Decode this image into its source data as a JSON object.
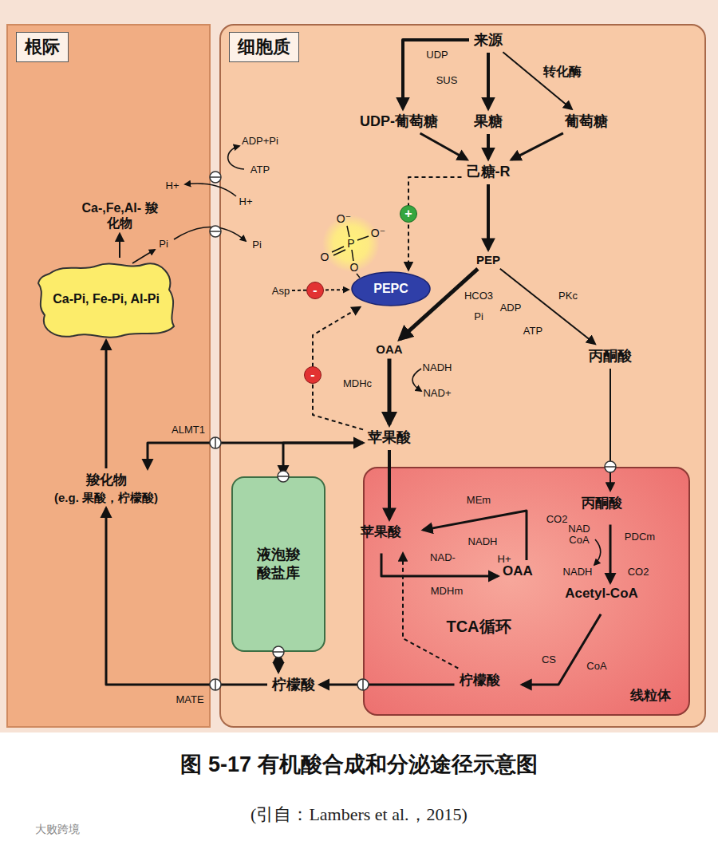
{
  "diagram": {
    "title": "图 5-17 有机酸合成和分泌途径示意图",
    "caption": "(引自：Lambers et al.，2015)",
    "nodes": [
      {
        "text": [
          "根际"
        ]
      },
      {
        "text": [
          "Ca-,Fe,Al- 羧化物"
        ],
        "in": 0
      },
      {
        "text": [
          "Ca-Pi, Fe-Pi, Al-Pi"
        ],
        "in": 0
      },
      {
        "text": [
          "羧化物",
          "(e.g. 果酸，柠檬酸)"
        ],
        "in": 0
      },
      {
        "text": [
          "细胞质"
        ]
      },
      {
        "text": [
          "来源"
        ],
        "in": 4
      },
      {
        "text": [
          "UDP-葡萄糖"
        ],
        "in": 4
      },
      {
        "text": [
          "果糖"
        ],
        "in": 4
      },
      {
        "text": [
          "葡萄糖"
        ],
        "in": 4
      },
      {
        "text": [
          "己糖-R"
        ],
        "in": 4
      },
      {
        "text": [
          "PEP"
        ],
        "in": 4
      },
      {
        "text": [
          "PEPC"
        ],
        "in": 4
      },
      {
        "text": [
          "OAA"
        ],
        "in": 4
      },
      {
        "text": [
          "丙酮酸"
        ],
        "in": 4
      },
      {
        "text": [
          "苹果酸"
        ],
        "in": 4
      },
      {
        "text": [
          "液泡羧酸盐库"
        ],
        "in": 4
      },
      {
        "text": [
          "线粒体"
        ],
        "in": 4
      },
      {
        "text": [
          "苹果酸"
        ],
        "in": 16
      },
      {
        "text": [
          "丙酮酸"
        ],
        "in": 16
      },
      {
        "text": [
          "OAA"
        ],
        "in": 16
      },
      {
        "text": [
          "Acetyl-CoA"
        ],
        "in": 16
      },
      {
        "text": [
          "柠檬酸"
        ],
        "in": 16
      },
      {
        "text": [
          "柠檬酸"
        ],
        "in": 4
      }
    ],
    "edges": [
      {
        "from": 5,
        "to": 6,
        "arrow": "to"
      },
      {
        "from": 5,
        "to": 7,
        "arrow": "to"
      },
      {
        "from": 5,
        "to": 8,
        "arrow": "to"
      },
      {
        "from": 6,
        "to": 9,
        "arrow": "to"
      },
      {
        "from": 7,
        "to": 9,
        "arrow": "to"
      },
      {
        "from": 8,
        "to": 9,
        "arrow": "to"
      },
      {
        "from": 9,
        "to": 10,
        "arrow": "to"
      },
      {
        "from": 10,
        "to": 12,
        "arrow": "to"
      },
      {
        "from": 10,
        "to": 13,
        "arrow": "to"
      },
      {
        "from": 12,
        "to": 14,
        "arrow": "to"
      },
      {
        "from": 14,
        "to": 15,
        "arrow": "both"
      },
      {
        "from": 14,
        "to": 3,
        "arrow": "to"
      },
      {
        "from": 14,
        "to": 17,
        "arrow": "to"
      },
      {
        "from": 13,
        "to": 18,
        "arrow": "to"
      },
      {
        "from": 17,
        "to": 19,
        "arrow": "to"
      },
      {
        "from": 19,
        "to": 17,
        "arrow": "to"
      },
      {
        "from": 18,
        "to": 20,
        "arrow": "to"
      },
      {
        "from": 20,
        "to": 21,
        "arrow": "to"
      },
      {
        "from": 21,
        "to": 17,
        "arrow": "to"
      },
      {
        "from": 21,
        "to": 22,
        "arrow": "to"
      },
      {
        "from": 22,
        "to": 15,
        "arrow": "both"
      },
      {
        "from": 22,
        "to": 3,
        "arrow": "to"
      },
      {
        "from": 3,
        "to": 2,
        "arrow": "to"
      },
      {
        "from": 2,
        "to": 1,
        "arrow": "to"
      },
      {
        "from": 9,
        "to": 11,
        "arrow": "to"
      },
      {
        "from": 14,
        "to": 11,
        "arrow": "to"
      }
    ],
    "labels": [
      "UDP",
      "SUS",
      "转化酶",
      "ADP+Pi",
      "ATP",
      "H+",
      "H+",
      "Pi",
      "Pi",
      "O⁻",
      "O⁻",
      "O",
      "P",
      "O",
      "+",
      "Asp",
      "-",
      "-",
      "HCO3",
      "Pi",
      "ADP",
      "PKc",
      "ATP",
      "MDHc",
      "NADH",
      "NAD+",
      "ALMT1",
      "MEm",
      "NAD-",
      "NADH",
      "CO2",
      "H+",
      "MDHm",
      "NAD CoA",
      "PDCm",
      "NADH",
      "CO2",
      "TCA循环",
      "CS",
      "CoA",
      "MATE",
      "大败跨境"
    ]
  }
}
